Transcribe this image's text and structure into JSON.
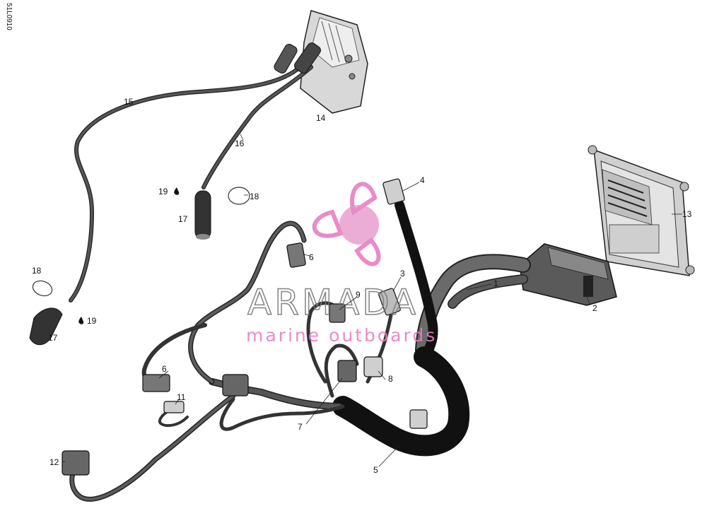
{
  "diagram": {
    "code": "51L0910",
    "callouts": [
      "1",
      "2",
      "3",
      "4",
      "5",
      "6",
      "6",
      "7",
      "8",
      "9",
      "11",
      "12",
      "13",
      "14",
      "15",
      "16",
      "17",
      "17",
      "18",
      "18",
      "19",
      "19"
    ]
  },
  "watermark": {
    "title": "ARMADA",
    "subtitle": "marine outboards",
    "color": "#e87fc0",
    "icon": "propeller-icon"
  },
  "colors": {
    "harness": "#3c3c3c",
    "harness_light": "#6a6a6a",
    "harness_heavy": "#111111",
    "component_fill": "#d8d8d8"
  }
}
